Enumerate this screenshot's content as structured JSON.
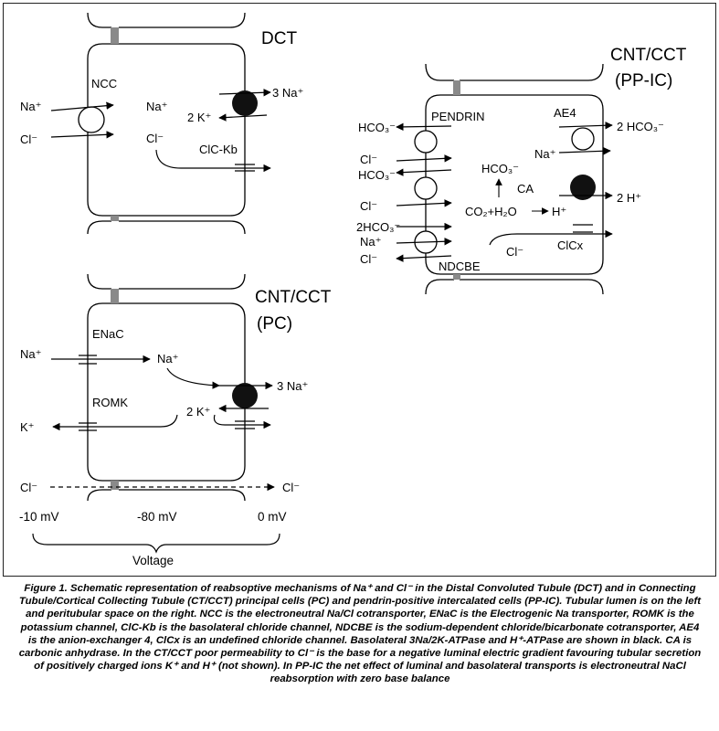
{
  "dct": {
    "title": "DCT",
    "ncc_label": "NCC",
    "left_na": "Na⁺",
    "left_cl": "Cl⁻",
    "inner_na": "Na⁺",
    "inner_cl": "Cl⁻",
    "pump_3na": "3 Na⁺",
    "pump_2k": "2 K⁺",
    "clc_label": "ClC-Kb"
  },
  "pc": {
    "title_line1": "CNT/CCT",
    "title_line2": "(PC)",
    "enac_label": "ENaC",
    "left_na": "Na⁺",
    "inner_na": "Na⁺",
    "pump_3na": "3 Na⁺",
    "pump_2k": "2 K⁺",
    "romk_label": "ROMK",
    "left_k": "K⁺",
    "left_cl": "Cl⁻",
    "right_cl": "Cl⁻",
    "voltage_left": "-10 mV",
    "voltage_mid": "-80 mV",
    "voltage_right": "0 mV",
    "voltage_label": "Voltage"
  },
  "ppic": {
    "title_line1": "CNT/CCT",
    "title_line2": "(PP-IC)",
    "pendrin_label": "PENDRIN",
    "ae4_label": "AE4",
    "hco3_top": "HCO₃⁻",
    "cl_1": "Cl⁻",
    "hco3_2": "HCO₃⁻",
    "cl_2": "Cl⁻",
    "hco3_3": "2HCO₃⁻",
    "na_bottom": "Na⁺",
    "cl_bottom": "Cl⁻",
    "ndcbe_label": "NDCBE",
    "right_2hco3": "2 HCO₃⁻",
    "right_na": "Na⁺",
    "right_2h": "2 H⁺",
    "inner_hco3": "HCO₃⁻",
    "ca_label": "CA",
    "reaction": "CO₂+H₂O",
    "h_plus": "H⁺",
    "inner_cl": "Cl⁻",
    "clcx_label": "ClCx"
  },
  "caption": "Figure 1. Schematic representation of reabsoptive mechanisms of Na⁺ and Cl⁻ in the Distal Convoluted Tubule (DCT) and in Connecting Tubule/Cortical Collecting Tubule (CT/CCT) principal cells (PC) and pendrin-positive intercalated cells (PP-IC). Tubular lumen is on the left and peritubular space on the right. NCC is the electroneutral Na/Cl cotransporter, ENaC is the Electrogenic Na transporter, ROMK is the potassium channel, ClC-Kb is the basolateral chloride channel, NDCBE is the sodium-dependent chloride/bicarbonate cotransporter, AE4 is the anion-exchanger 4, ClCx is an undefined chloride channel. Basolateral 3Na/2K-ATPase and H⁺-ATPase are shown in black. CA is carbonic anhydrase. In the CT/CCT poor permeability to Cl⁻ is the base for a negative luminal electric gradient favouring tubular secretion of positively charged ions K⁺ and H⁺ (not shown). In PP-IC the net effect of luminal and basolateral transports is electroneutral NaCl reabsorption with zero base balance",
  "colors": {
    "ink": "#000000",
    "junction": "#8a8a8a",
    "pump": "#111111"
  }
}
